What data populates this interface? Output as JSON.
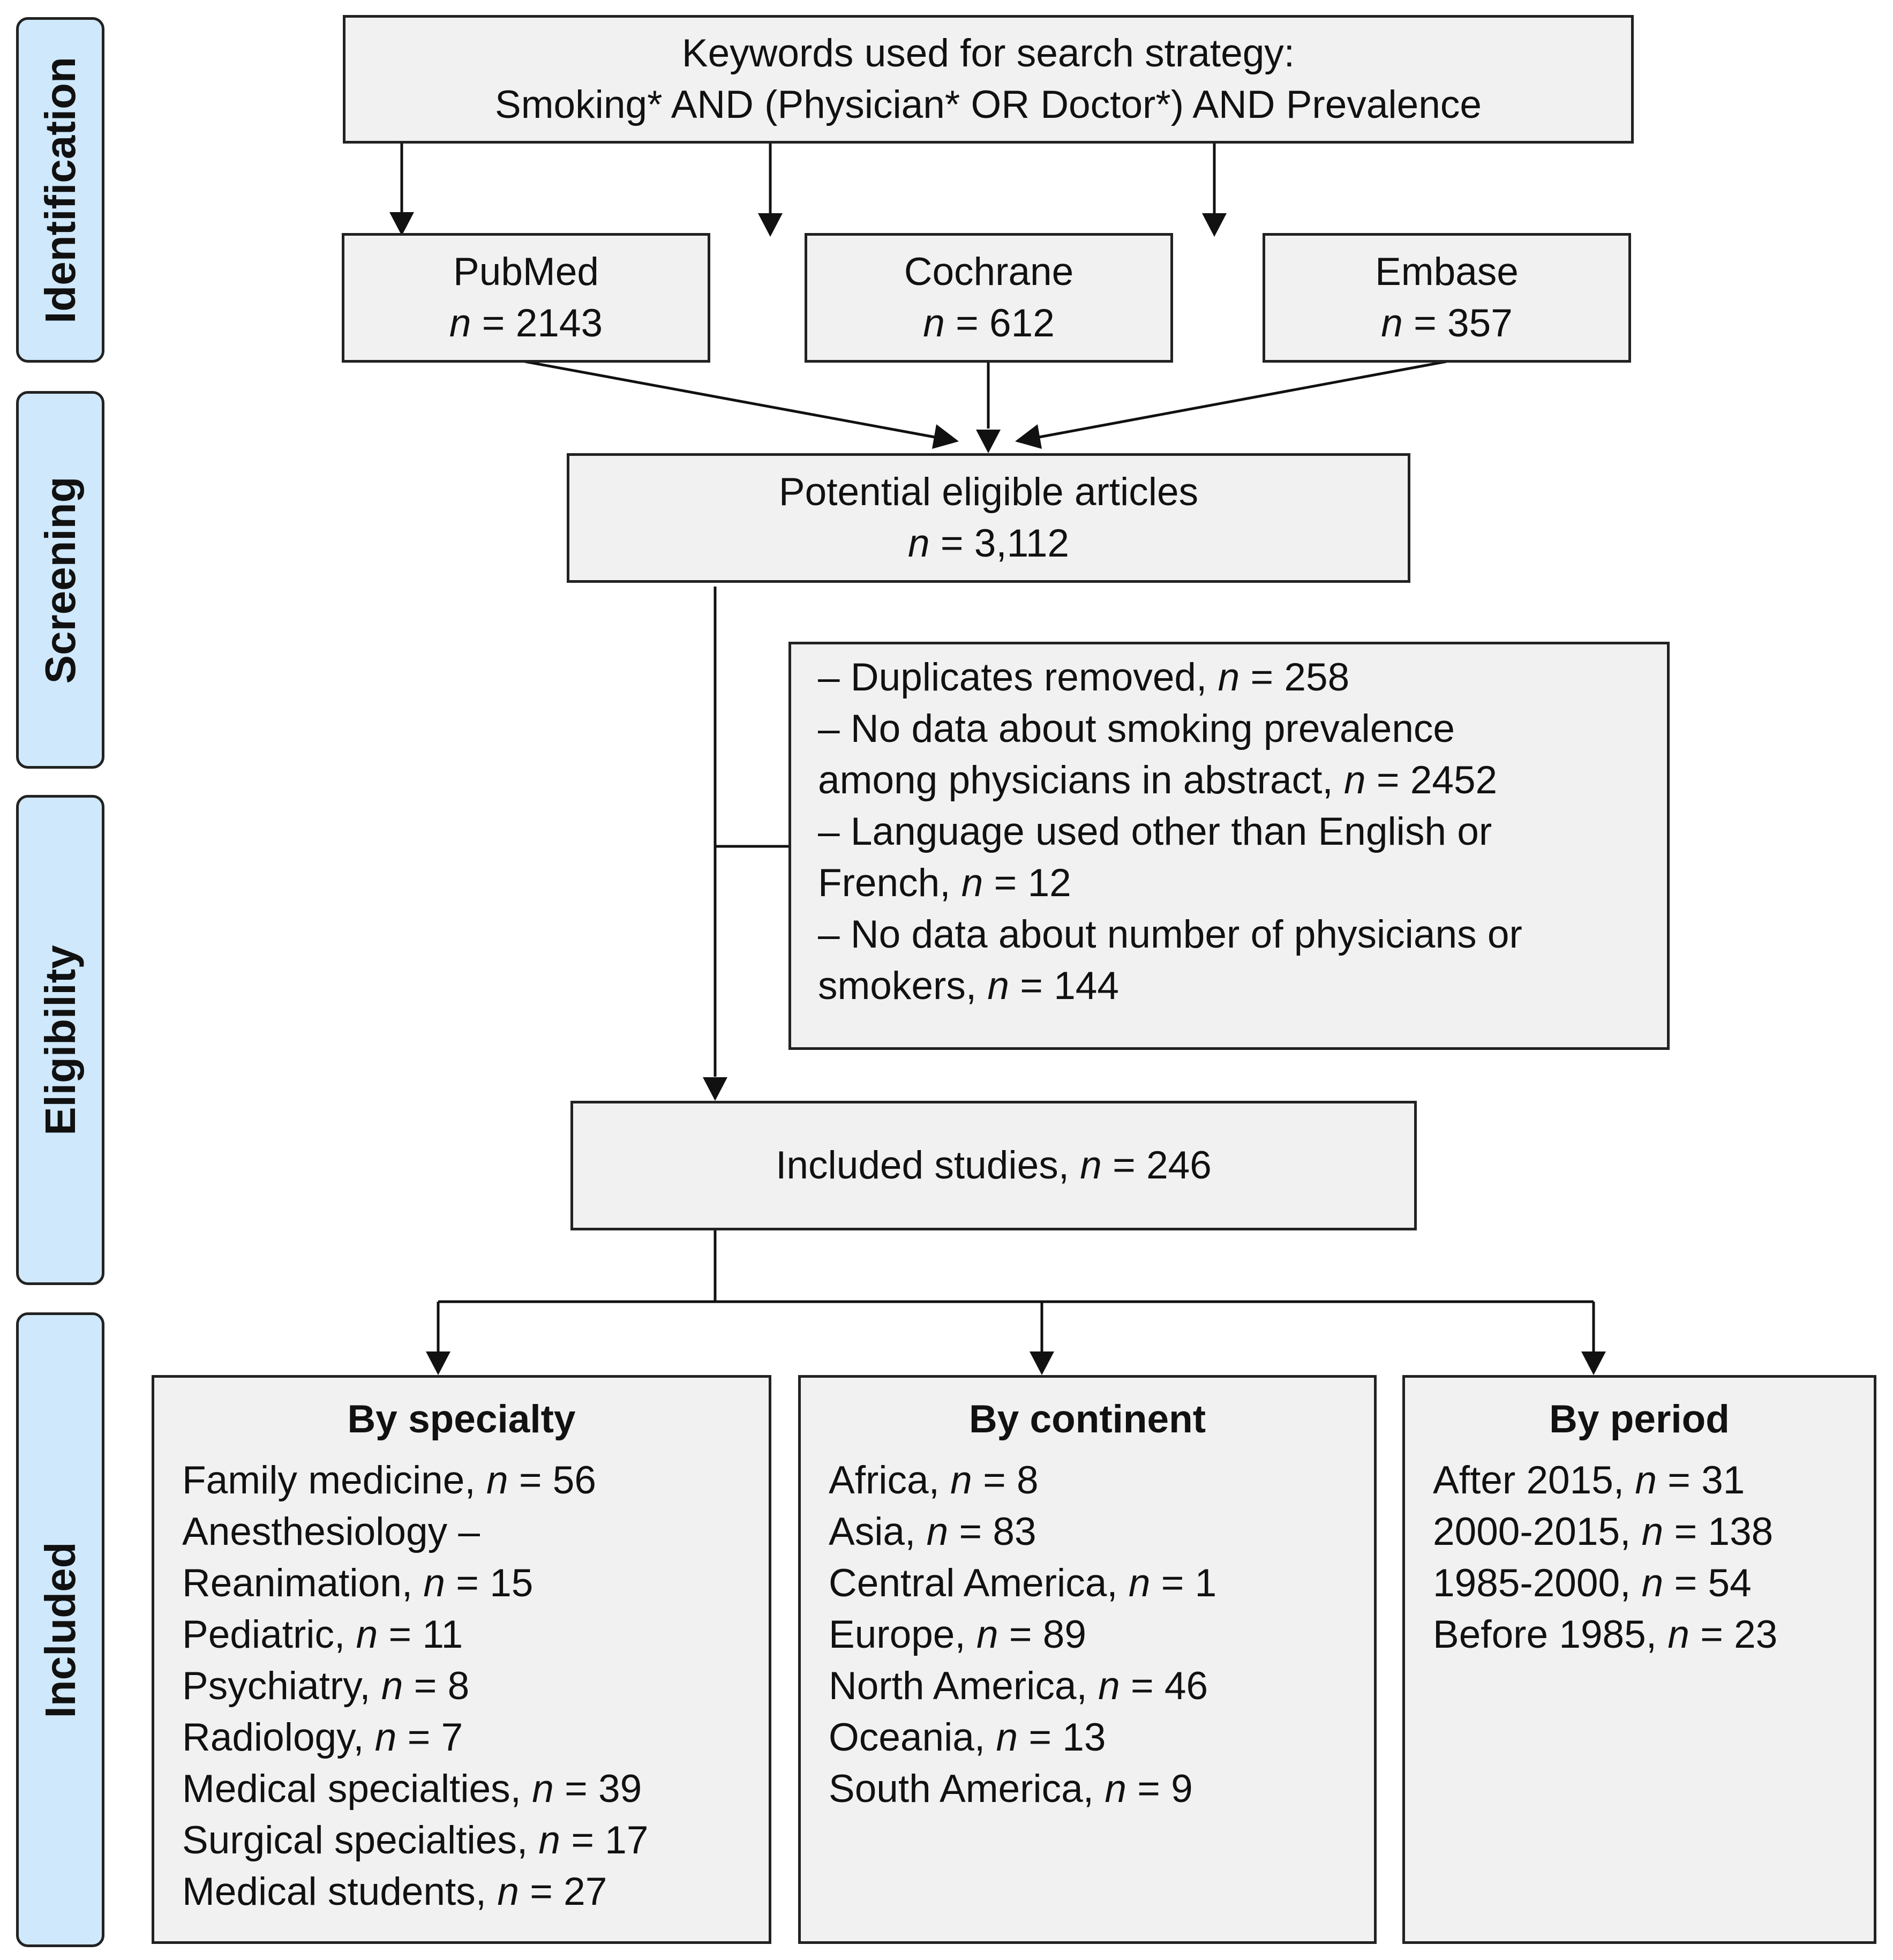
{
  "stages": [
    "Identification",
    "Screening",
    "Eligibility",
    "Included"
  ],
  "search": {
    "title": "Keywords used for search strategy:",
    "query": "Smoking* AND (Physician* OR Doctor*) AND Prevalence"
  },
  "databases": [
    {
      "name": "PubMed",
      "n_label": "n",
      "n_value": "= 2143"
    },
    {
      "name": "Cochrane",
      "n_label": "n",
      "n_value": "= 612"
    },
    {
      "name": "Embase",
      "n_label": "n",
      "n_value": "= 357"
    }
  ],
  "potential": {
    "title": "Potential eligible articles",
    "n_label": "n",
    "n_value": "= 3,112"
  },
  "exclusions": [
    {
      "prefix": "– Duplicates removed, ",
      "n_label": "n",
      "n_value": " = 258"
    },
    {
      "prefix": "– No data about smoking prevalence",
      "n_label": "",
      "n_value": ""
    },
    {
      "prefix": "among physicians in abstract, ",
      "n_label": "n",
      "n_value": " = 2452"
    },
    {
      "prefix": "– Language used other than English or",
      "n_label": "",
      "n_value": ""
    },
    {
      "prefix": "French, ",
      "n_label": "n",
      "n_value": " = 12"
    },
    {
      "prefix": "– No data about number of physicians or",
      "n_label": "",
      "n_value": ""
    },
    {
      "prefix": "smokers, ",
      "n_label": "n",
      "n_value": " = 144"
    }
  ],
  "included": {
    "prefix": "Included studies, ",
    "n_label": "n",
    "n_value": " = 246"
  },
  "columns": [
    {
      "title": "By specialty",
      "items": [
        {
          "prefix": "Family medicine, ",
          "n_label": "n",
          "n_value": " = 56"
        },
        {
          "prefix": "Anesthesiology –",
          "n_label": "",
          "n_value": ""
        },
        {
          "prefix": "Reanimation, ",
          "n_label": "n",
          "n_value": " = 15"
        },
        {
          "prefix": "Pediatric, ",
          "n_label": "n",
          "n_value": " = 11"
        },
        {
          "prefix": "Psychiatry, ",
          "n_label": "n",
          "n_value": " = 8"
        },
        {
          "prefix": "Radiology, ",
          "n_label": "n",
          "n_value": " = 7"
        },
        {
          "prefix": "Medical specialties, ",
          "n_label": "n",
          "n_value": " = 39"
        },
        {
          "prefix": "Surgical specialties, ",
          "n_label": "n",
          "n_value": " = 17"
        },
        {
          "prefix": "Medical students, ",
          "n_label": "n",
          "n_value": " = 27"
        }
      ]
    },
    {
      "title": "By continent",
      "items": [
        {
          "prefix": "Africa, ",
          "n_label": "n",
          "n_value": " = 8"
        },
        {
          "prefix": "Asia, ",
          "n_label": "n",
          "n_value": " = 83"
        },
        {
          "prefix": "Central America, ",
          "n_label": "n",
          "n_value": " = 1"
        },
        {
          "prefix": "Europe, ",
          "n_label": "n",
          "n_value": " = 89"
        },
        {
          "prefix": "North America, ",
          "n_label": "n",
          "n_value": " = 46"
        },
        {
          "prefix": "Oceania, ",
          "n_label": "n",
          "n_value": " = 13"
        },
        {
          "prefix": "South America, ",
          "n_label": "n",
          "n_value": " = 9"
        }
      ]
    },
    {
      "title": "By period",
      "items": [
        {
          "prefix": "After 2015, ",
          "n_label": "n",
          "n_value": " = 31"
        },
        {
          "prefix": "2000-2015, ",
          "n_label": "n",
          "n_value": " = 138"
        },
        {
          "prefix": "1985-2000, ",
          "n_label": "n",
          "n_value": " = 54"
        },
        {
          "prefix": "Before 1985, ",
          "n_label": "n",
          "n_value": " = 23"
        }
      ]
    }
  ]
}
